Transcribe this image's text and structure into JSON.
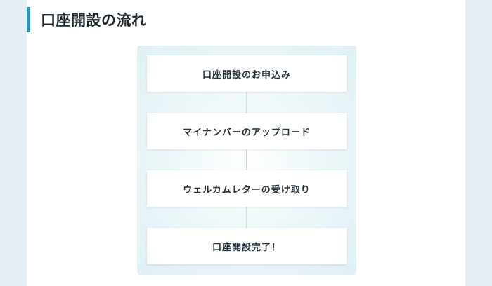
{
  "section": {
    "title": "口座開設の流れ"
  },
  "flow": {
    "steps": [
      "口座開設のお申込み",
      "マイナンバーのアップロード",
      "ウェルカムレターの受け取り",
      "口座開設完了！"
    ]
  }
}
